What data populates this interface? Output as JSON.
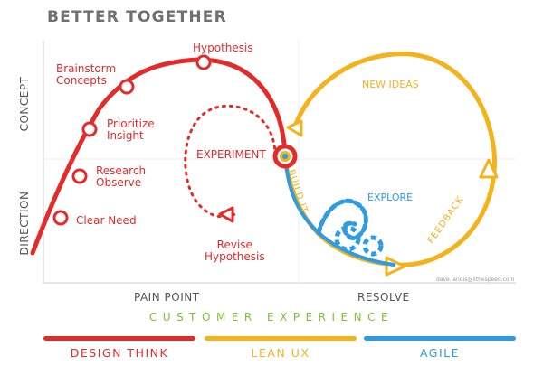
{
  "title": "BETTER TOGETHER",
  "y_axis": {
    "top": "CONCEPT",
    "bottom": "DIRECTION"
  },
  "x_axis": {
    "left": "PAIN POINT",
    "right": "RESOLVE"
  },
  "red_nodes": {
    "clear_need": "Clear Need",
    "research": "Research",
    "observe": "Observe",
    "prioritize": "Prioritize",
    "insight": "Insight",
    "brainstorm": "Brainstorm",
    "concepts": "Concepts",
    "hypothesis": "Hypothesis"
  },
  "experiment": "EXPERIMENT",
  "revise": {
    "line1": "Revise",
    "line2": "Hypothesis"
  },
  "yellow_labels": {
    "new_ideas": "NEW IDEAS",
    "build_it": "BUILD IT",
    "feedback": "FEEDBACK"
  },
  "blue_labels": {
    "explore": "EXPLORE"
  },
  "credit": "dave.landis@lithespeed.com",
  "customer_experience": "CUSTOMER EXPERIENCE",
  "legend": {
    "design_think": "DESIGN THINK",
    "lean_ux": "LEAN UX",
    "agile": "AGILE"
  },
  "colors": {
    "red": "#e32b2b",
    "yellow": "#f4b21b",
    "blue": "#2f9be0",
    "green": "#7dbf3b"
  }
}
